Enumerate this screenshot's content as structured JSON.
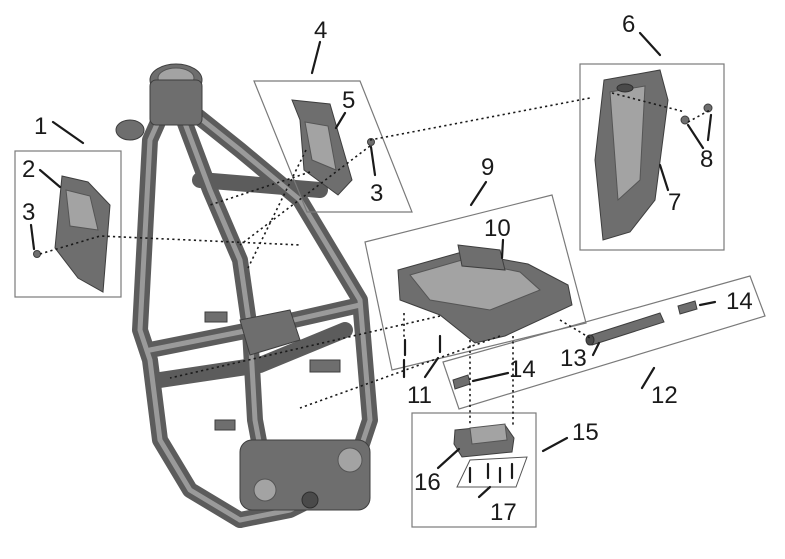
{
  "callouts": {
    "c1": "1",
    "c2": "2",
    "c3a": "3",
    "c3b": "3",
    "c4": "4",
    "c5": "5",
    "c6": "6",
    "c7": "7",
    "c8": "8",
    "c9": "9",
    "c10": "10",
    "c11": "11",
    "c12": "12",
    "c13": "13",
    "c14a": "14",
    "c14b": "14",
    "c15": "15",
    "c16": "16",
    "c17": "17"
  }
}
